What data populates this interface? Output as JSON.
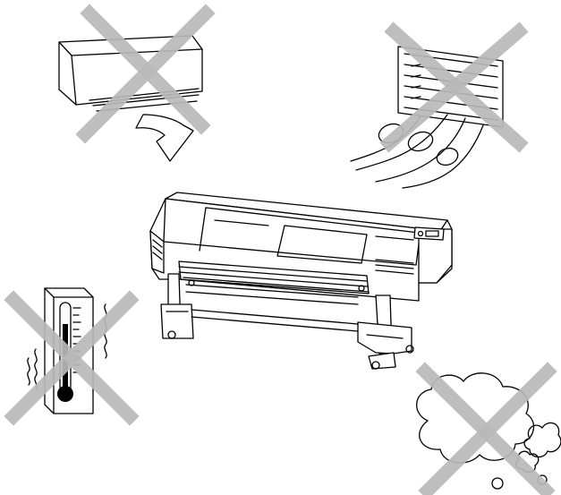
{
  "figure": {
    "prohibited_conditions": [
      {
        "name": "air-conditioner",
        "icon": "air-conditioner-icon",
        "marked": "crossed-out"
      },
      {
        "name": "ventilation-louver",
        "icon": "air-vent-icon",
        "marked": "crossed-out"
      },
      {
        "name": "thermometer",
        "icon": "thermometer-icon",
        "marked": "crossed-out"
      },
      {
        "name": "dust-smoke",
        "icon": "dust-cloud-icon",
        "marked": "crossed-out"
      }
    ],
    "subject": {
      "name": "large-format-printer",
      "icon": "printer-icon"
    },
    "colors": {
      "line": "#000000",
      "cross": "#b9b9b9",
      "background": "#ffffff"
    }
  }
}
